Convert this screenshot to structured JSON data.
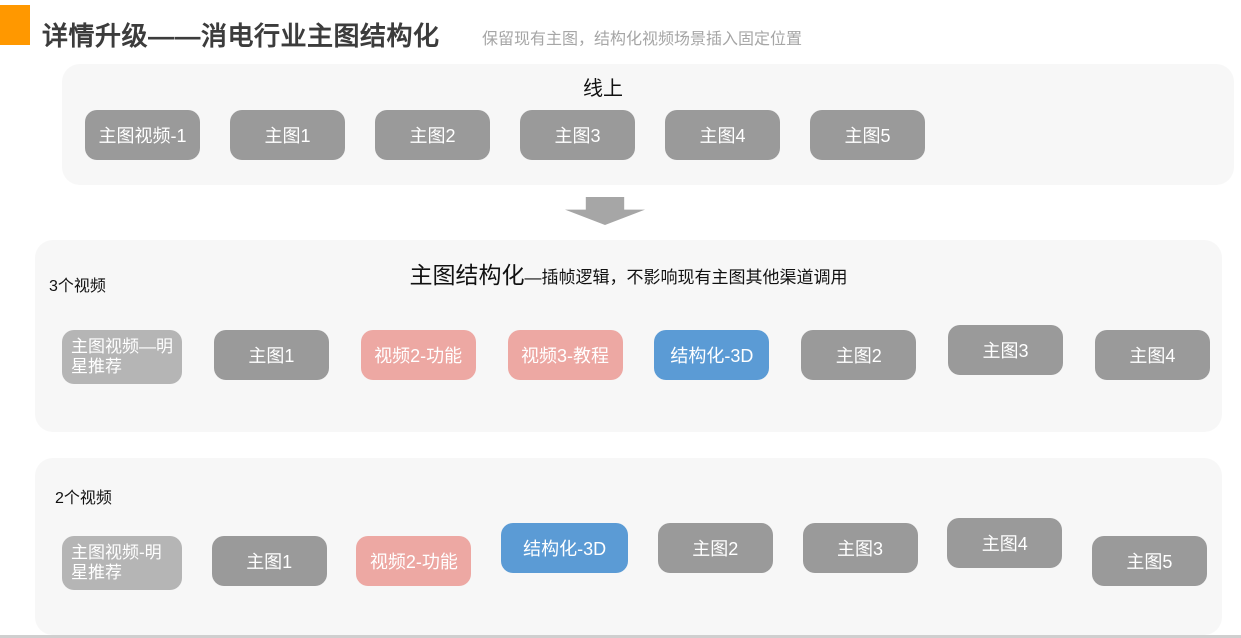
{
  "palette": {
    "accent_orange": "#FF9800",
    "panel_bg": "#f7f7f7",
    "chip_gray": "#9a9a9a",
    "chip_lightgray": "#b5b5b5",
    "chip_pink": "#eda8a3",
    "chip_blue": "#5b9bd5",
    "arrow_gray": "#a6a6a6",
    "bottom_bar_gray": "#cfcfcf"
  },
  "header": {
    "title": "详情升级——消电行业主图结构化",
    "subtitle": "保留现有主图，结构化视频场景插入固定位置"
  },
  "online_panel": {
    "title": "线上",
    "buttons": [
      {
        "label": "主图视频-1",
        "type": "gray"
      },
      {
        "label": "主图1",
        "type": "gray"
      },
      {
        "label": "主图2",
        "type": "gray"
      },
      {
        "label": "主图3",
        "type": "gray"
      },
      {
        "label": "主图4",
        "type": "gray"
      },
      {
        "label": "主图5",
        "type": "gray"
      }
    ]
  },
  "three_video_panel": {
    "label": "3个视频",
    "title_main": "主图结构化",
    "title_sub": "—插帧逻辑，不影响现有主图其他渠道调用",
    "buttons": [
      {
        "label": "主图视频—明星推荐",
        "type": "lightgray"
      },
      {
        "label": "主图1",
        "type": "gray"
      },
      {
        "label": "视频2-功能",
        "type": "pink"
      },
      {
        "label": "视频3-教程",
        "type": "pink"
      },
      {
        "label": "结构化-3D",
        "type": "blue"
      },
      {
        "label": "主图2",
        "type": "gray"
      },
      {
        "label": "主图3",
        "type": "gray"
      },
      {
        "label": "主图4",
        "type": "gray"
      }
    ]
  },
  "two_video_panel": {
    "label": "2个视频",
    "buttons": [
      {
        "label": "主图视频-明星推荐",
        "type": "lightgray"
      },
      {
        "label": "主图1",
        "type": "gray"
      },
      {
        "label": "视频2-功能",
        "type": "pink"
      },
      {
        "label": "结构化-3D",
        "type": "blue"
      },
      {
        "label": "主图2",
        "type": "gray"
      },
      {
        "label": "主图3",
        "type": "gray"
      },
      {
        "label": "主图4",
        "type": "gray"
      },
      {
        "label": "主图5",
        "type": "gray"
      }
    ]
  }
}
